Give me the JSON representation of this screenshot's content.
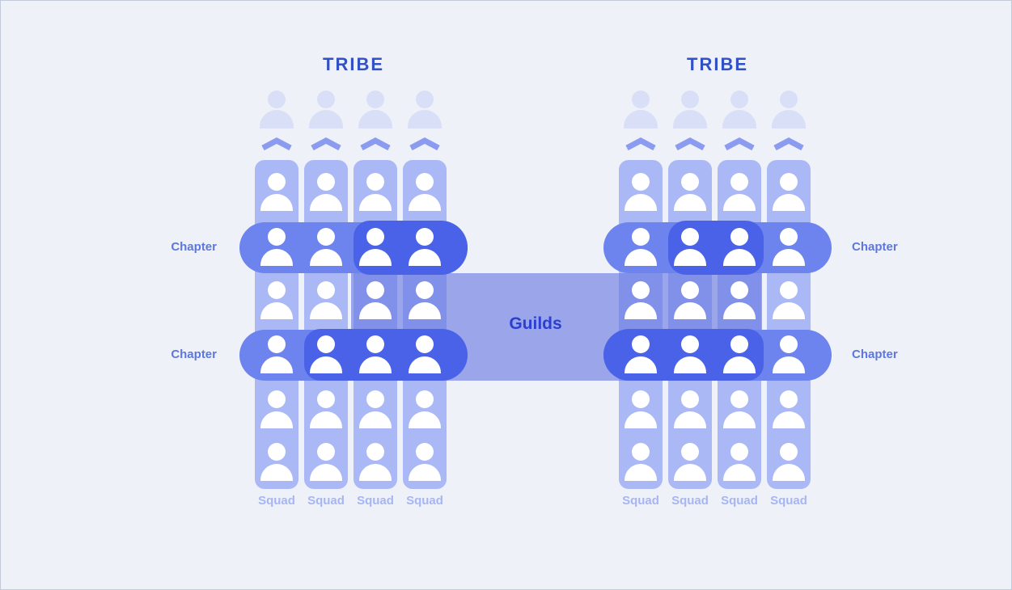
{
  "diagram": {
    "type": "spotify-agile-model",
    "guilds": {
      "label": "Guilds"
    },
    "tribes": [
      {
        "title": "TRIBE",
        "side": "left",
        "squads": [
          {
            "label": "Squad",
            "members": 6
          },
          {
            "label": "Squad",
            "members": 6
          },
          {
            "label": "Squad",
            "members": 6
          },
          {
            "label": "Squad",
            "members": 6
          }
        ],
        "chapters": [
          {
            "label": "Chapter",
            "row": 2,
            "guild_overlap_squads": [
              3,
              4
            ]
          },
          {
            "label": "Chapter",
            "row": 4,
            "guild_overlap_squads": [
              2,
              3,
              4
            ]
          }
        ],
        "tribe_leads": 4
      },
      {
        "title": "TRIBE",
        "side": "right",
        "squads": [
          {
            "label": "Squad",
            "members": 6
          },
          {
            "label": "Squad",
            "members": 6
          },
          {
            "label": "Squad",
            "members": 6
          },
          {
            "label": "Squad",
            "members": 6
          }
        ],
        "chapters": [
          {
            "label": "Chapter",
            "row": 2,
            "guild_overlap_squads": [
              2,
              3
            ]
          },
          {
            "label": "Chapter",
            "row": 4,
            "guild_overlap_squads": [
              1,
              2,
              3
            ]
          }
        ],
        "tribe_leads": 4
      }
    ],
    "colors": {
      "background": "#eef1f7",
      "squad_column": "#aab8f5",
      "chapter_pill": "#6d83ed",
      "chapter_guild_overlap": "#4a62e8",
      "guild_band": "rgba(104,121,226,0.63)",
      "ghost_member": "#d9dff7",
      "chevron": "#8b9cf0",
      "member_icon": "#ffffff",
      "tribe_text": "#3350c4",
      "chapter_text": "#5d77dd",
      "squad_text": "#a7b6f2",
      "guilds_text": "#2b3fd0"
    }
  }
}
